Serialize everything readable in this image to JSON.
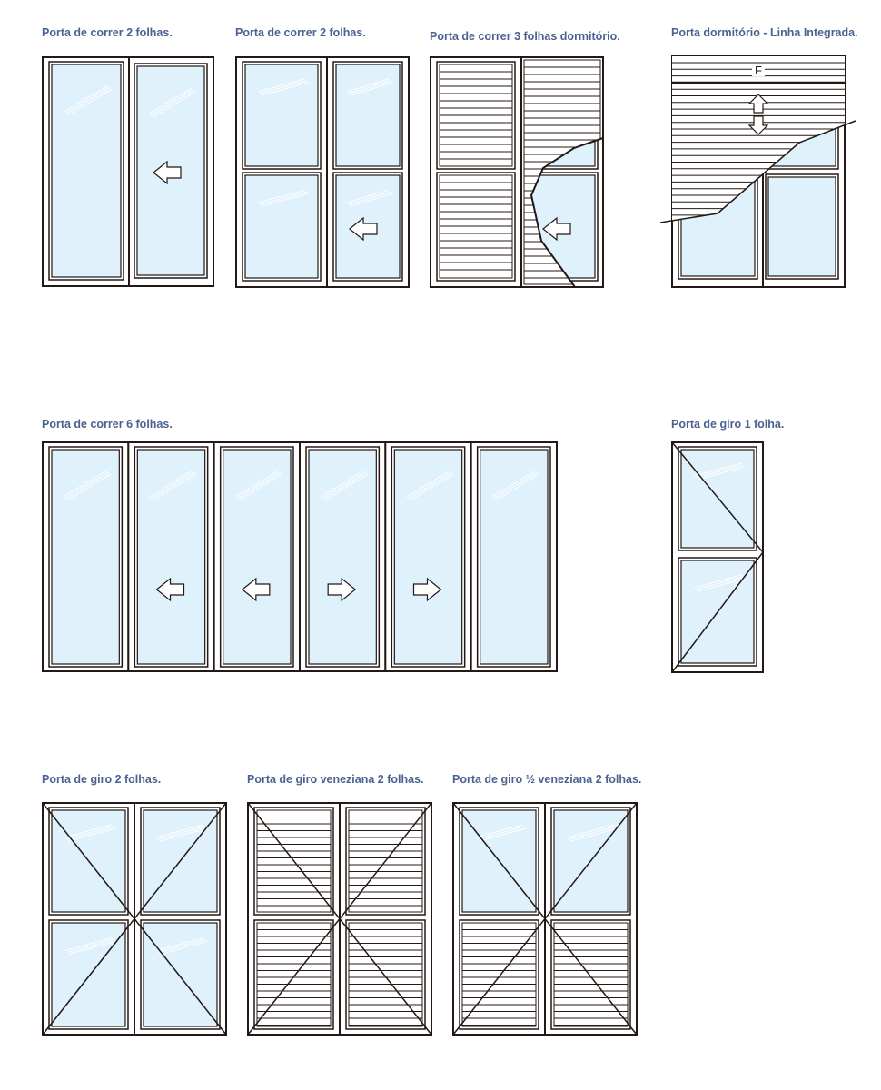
{
  "colors": {
    "title": "#4a6291",
    "frame": "#231815",
    "glass": "#dff1fa"
  },
  "doors": [
    {
      "id": "correr-2a",
      "title": "Porta de correr 2 folhas."
    },
    {
      "id": "correr-2b",
      "title": "Porta de correr 2 folhas."
    },
    {
      "id": "correr-3-dorm",
      "title": "Porta de correr 3 folhas dormitório."
    },
    {
      "id": "dorm-integrada",
      "title": "Porta dormitório - Linha Integrada.",
      "shutter_label": "F"
    },
    {
      "id": "correr-6",
      "title": "Porta de correr 6 folhas."
    },
    {
      "id": "giro-1",
      "title": "Porta de giro 1 folha."
    },
    {
      "id": "giro-2",
      "title": "Porta de giro 2 folhas."
    },
    {
      "id": "giro-veneziana-2",
      "title": "Porta de giro veneziana 2 folhas."
    },
    {
      "id": "giro-meia-veneziana-2",
      "title": "Porta de giro ½  veneziana 2 folhas."
    }
  ]
}
